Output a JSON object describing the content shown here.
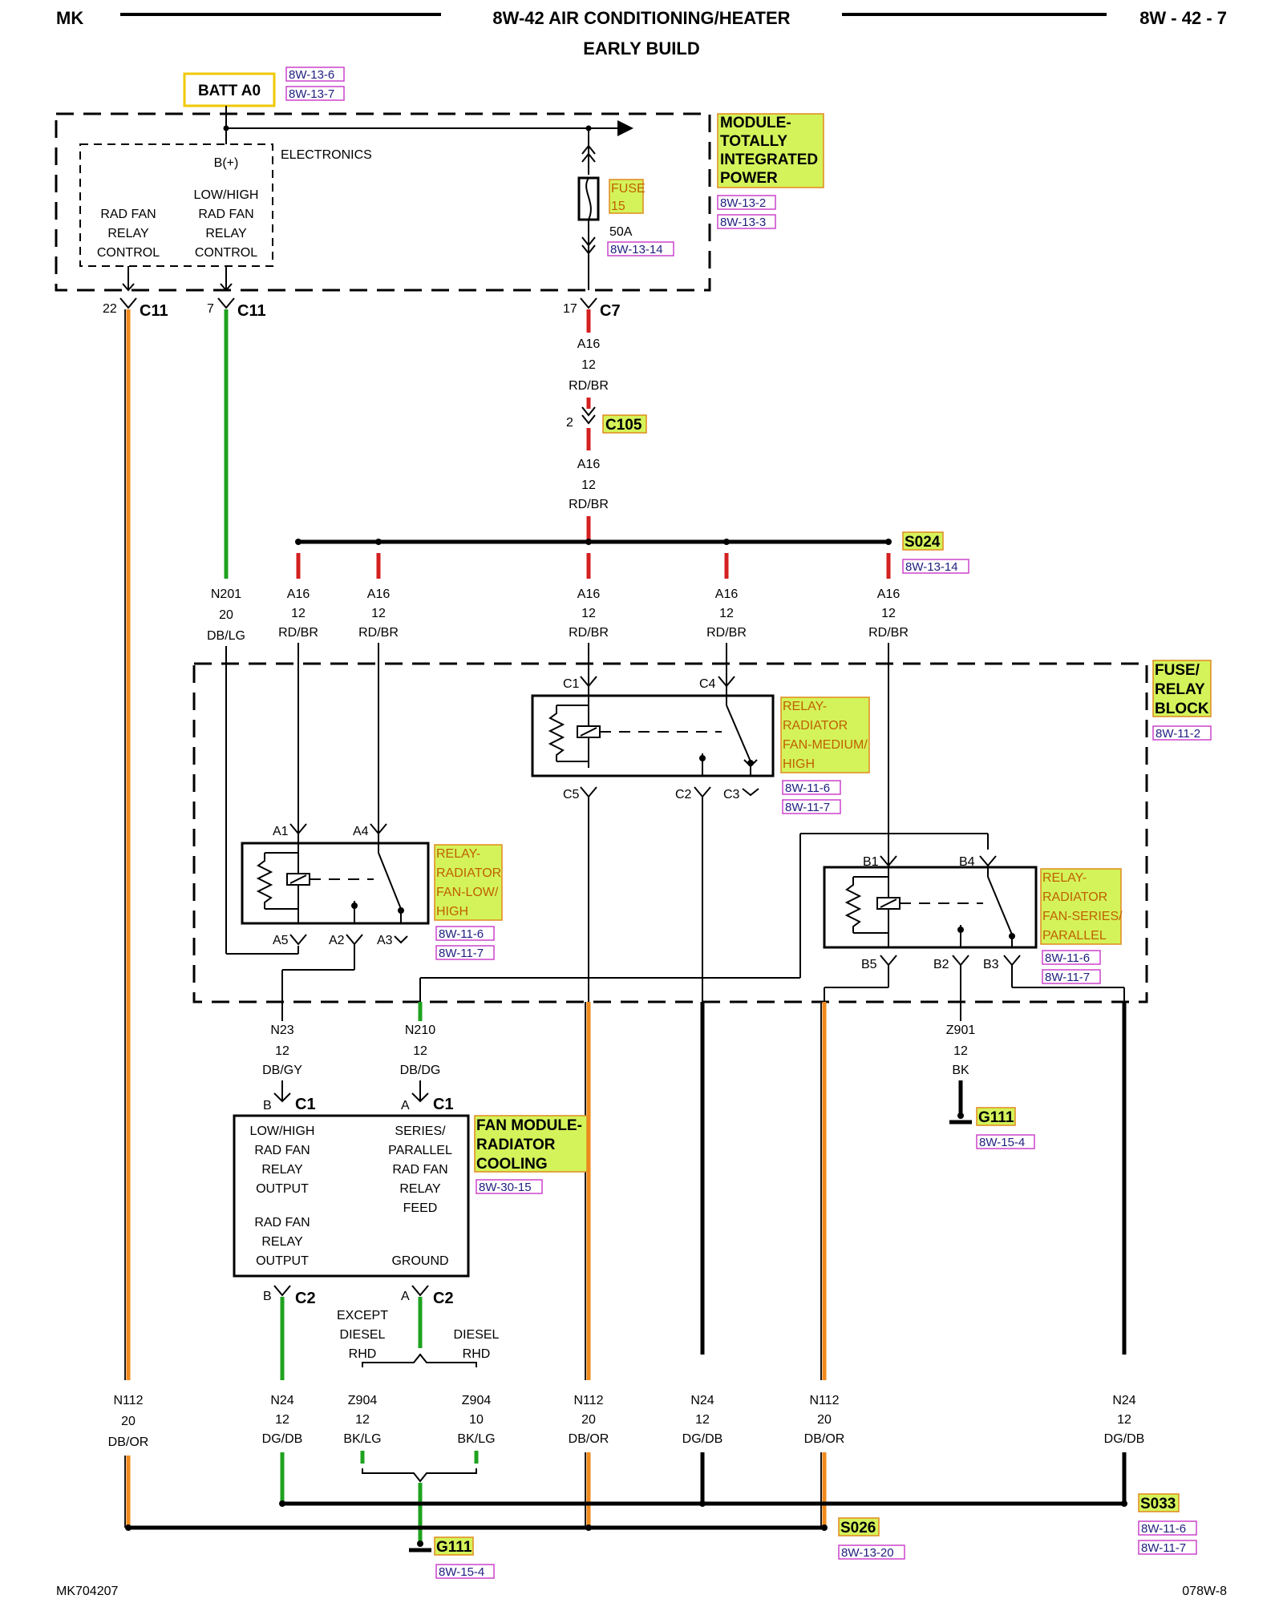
{
  "header": {
    "left": "MK",
    "title": "8W-42 AIR CONDITIONING/HEATER",
    "subtitle": "EARLY BUILD",
    "page": "8W - 42 - 7"
  },
  "footer": {
    "left": "MK704207",
    "right": "078W-8"
  },
  "batt": {
    "label": "BATT A0",
    "refs": [
      "8W-13-6",
      "8W-13-7"
    ]
  },
  "tipm": {
    "name": [
      "MODULE-",
      "TOTALLY",
      "INTEGRATED",
      "POWER"
    ],
    "refs": [
      "8W-13-2",
      "8W-13-3"
    ],
    "electronics": "ELECTRONICS",
    "bplus": "B(+)",
    "rad_fan_relay_control": [
      "RAD FAN",
      "RELAY",
      "CONTROL"
    ],
    "lowhigh_control": [
      "LOW/HIGH",
      "RAD FAN",
      "RELAY",
      "CONTROL"
    ],
    "fuse": [
      "FUSE",
      "15"
    ],
    "fuse_rating": "50A",
    "fuse_ref": "8W-13-14"
  },
  "connectors": {
    "c11_pin22": {
      "pin": "22",
      "name": "C11"
    },
    "c11_pin7": {
      "pin": "7",
      "name": "C11"
    },
    "c7_pin17": {
      "pin": "17",
      "name": "C7"
    },
    "c105": {
      "pin": "2",
      "name": "C105"
    }
  },
  "wires": {
    "a16": [
      "A16",
      "12",
      "RD/BR"
    ],
    "n201": [
      "N201",
      "20",
      "DB/LG"
    ],
    "n23": [
      "N23",
      "12",
      "DB/GY"
    ],
    "n210": [
      "N210",
      "12",
      "DB/DG"
    ],
    "z901": [
      "Z901",
      "12",
      "BK"
    ],
    "n112": [
      "N112",
      "20",
      "DB/OR"
    ],
    "n24": [
      "N24",
      "12",
      "DG/DB"
    ],
    "z904a": [
      "Z904",
      "12",
      "BK/LG"
    ],
    "z904b": [
      "Z904",
      "10",
      "BK/LG"
    ]
  },
  "splices": {
    "s024": {
      "name": "S024",
      "ref": "8W-13-14"
    },
    "s026": {
      "name": "S026",
      "ref": "8W-13-20"
    },
    "s033": {
      "name": "S033",
      "refs": [
        "8W-11-6",
        "8W-11-7"
      ]
    }
  },
  "frb": {
    "name": [
      "FUSE/",
      "RELAY",
      "BLOCK"
    ],
    "ref": "8W-11-2"
  },
  "relay_medium": {
    "name": [
      "RELAY-",
      "RADIATOR",
      "FAN-MEDIUM/",
      "HIGH"
    ],
    "refs": [
      "8W-11-6",
      "8W-11-7"
    ],
    "pins": {
      "c1": "C1",
      "c4": "C4",
      "c5": "C5",
      "c2": "C2",
      "c3": "C3"
    }
  },
  "relay_low": {
    "name": [
      "RELAY-",
      "RADIATOR",
      "FAN-LOW/",
      "HIGH"
    ],
    "refs": [
      "8W-11-6",
      "8W-11-7"
    ],
    "pins": {
      "a1": "A1",
      "a4": "A4",
      "a5": "A5",
      "a2": "A2",
      "a3": "A3"
    }
  },
  "relay_series": {
    "name": [
      "RELAY-",
      "RADIATOR",
      "FAN-SERIES/",
      "PARALLEL"
    ],
    "refs": [
      "8W-11-6",
      "8W-11-7"
    ],
    "pins": {
      "b1": "B1",
      "b4": "B4",
      "b5": "B5",
      "b2": "B2",
      "b3": "B3"
    }
  },
  "fan_module": {
    "name": [
      "FAN MODULE-",
      "RADIATOR",
      "COOLING"
    ],
    "ref": "8W-30-15",
    "conn_c1b": {
      "pin": "B",
      "name": "C1"
    },
    "conn_c1a": {
      "pin": "A",
      "name": "C1"
    },
    "conn_c2b": {
      "pin": "B",
      "name": "C2"
    },
    "conn_c2a": {
      "pin": "A",
      "name": "C2"
    },
    "lowhigh_output": [
      "LOW/HIGH",
      "RAD FAN",
      "RELAY",
      "OUTPUT"
    ],
    "series_feed": [
      "SERIES/",
      "PARALLEL",
      "RAD FAN",
      "RELAY",
      "FEED"
    ],
    "rad_fan_output": [
      "RAD FAN",
      "RELAY",
      "OUTPUT"
    ],
    "ground": "GROUND"
  },
  "ground_g111_upper": {
    "name": "G111",
    "ref": "8W-15-4"
  },
  "ground_g111_lower": {
    "name": "G111",
    "ref": "8W-15-4"
  },
  "options": {
    "except_diesel": [
      "EXCEPT",
      "DIESEL",
      "RHD"
    ],
    "diesel": [
      "DIESEL",
      "RHD"
    ]
  },
  "colors": {
    "red": "#d42020",
    "green": "#1fa21f",
    "orange": "#f08a1c",
    "highlight": "#d4f35a",
    "highlight_border": "#e08a1c",
    "ref_border": "#cc44cc"
  }
}
